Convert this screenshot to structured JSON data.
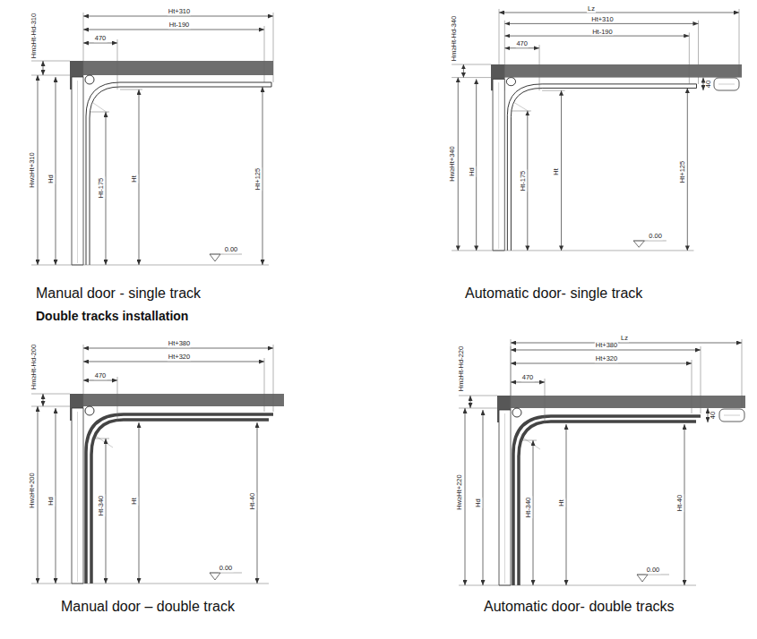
{
  "diagram": {
    "labels": [
      "Ht+310",
      "Ht-190",
      "470",
      "Hm≥Ht-Hd-310",
      "Hw≥Ht+310",
      "Hd",
      "Ht-175",
      "Ht",
      "Ht+125",
      "0.00",
      "Manual door - single track",
      "Lz",
      "Ht+310",
      "Ht-190",
      "470",
      "Hm≥Ht-Hd-340",
      "Hw≥Ht+340",
      "Hd",
      "Ht-175",
      "Ht",
      "Ht+125",
      "40",
      "0.00",
      "Automatic door- single track",
      "Double tracks installation",
      "Ht+380",
      "Ht+320",
      "470",
      "Hm≥Ht-Hd-200",
      "Hw≥Ht+200",
      "Hd",
      "Ht-340",
      "Ht",
      "Ht-40",
      "0.00",
      "Manual door – double track",
      "Lz",
      "Ht+380",
      "Ht+320",
      "470",
      "Hm≥Ht-Hd-220",
      "Hw≥Ht+220",
      "Hd",
      "Ht-340",
      "Ht",
      "Ht-40",
      "40",
      "0.00",
      "Automatic door- double tracks"
    ]
  }
}
